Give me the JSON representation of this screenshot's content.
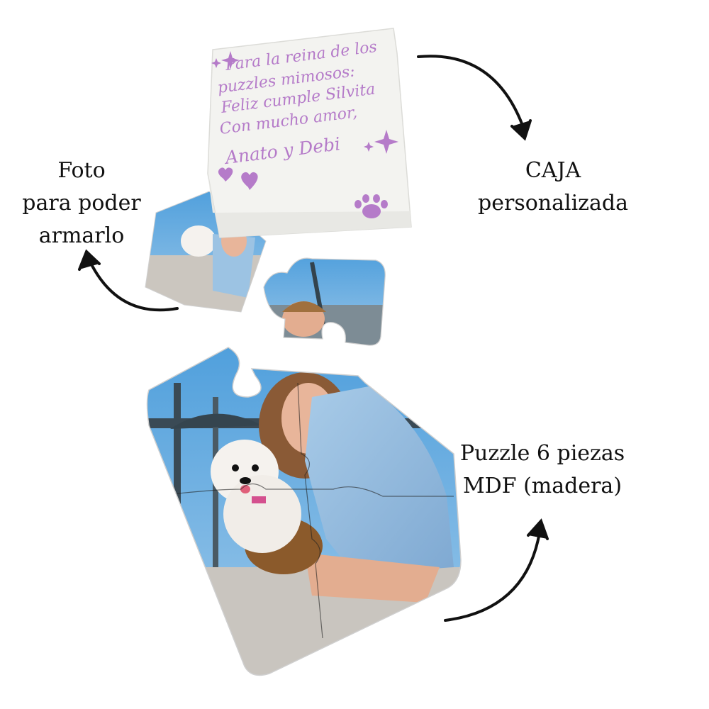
{
  "labels": {
    "foto": [
      "Foto",
      "para poder",
      "armarlo"
    ],
    "caja": [
      "CAJA",
      "personalizada"
    ],
    "puzzle": [
      "Puzzle 6 piezas",
      "MDF (madera)"
    ]
  },
  "box_text": {
    "line1": "Para la reina de los",
    "line2": "puzzles mimosos:",
    "line3": "Feliz cumple Silvita",
    "line4": "Con mucho amor,",
    "line5": "Anato y Debi"
  },
  "colors": {
    "box_text": "#b57bc9",
    "sky": "#5aa7dd",
    "shirt": "#9cc3e3",
    "dog": "#f4f1ee",
    "arrow": "#111111"
  },
  "icons": [
    "sparkle-icon",
    "heart-icon",
    "paw-icon",
    "arrow-icon"
  ]
}
